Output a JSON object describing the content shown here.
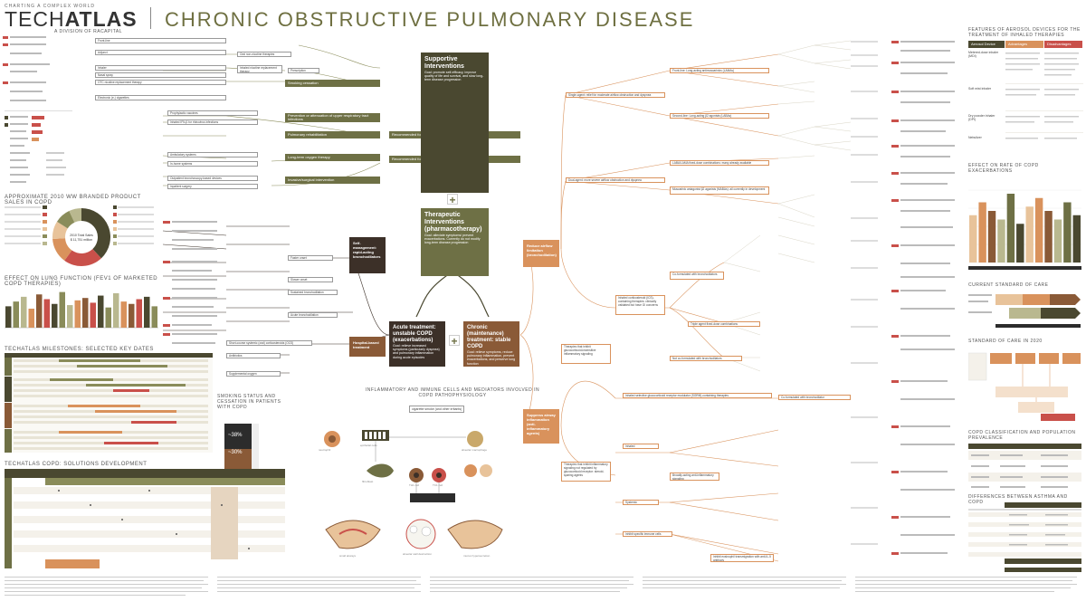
{
  "header": {
    "brand_top": "CHARTING A COMPLEX WORLD",
    "brand_name_a": "TECH",
    "brand_name_b": "ATLAS",
    "brand_sub": "A DIVISION OF RACAPITAL",
    "title": "CHRONIC OBSTRUCTIVE PULMONARY DISEASE"
  },
  "sections": {
    "sales": "APPROXIMATE 2010 WW BRANDED PRODUCT SALES IN COPD",
    "lung": "EFFECT ON LUNG FUNCTION (FEV1 OF MARKETED COPD THERAPIES)",
    "milestones": "TECHATLAS MILESTONES: SELECTED KEY DATES",
    "smoking": "SMOKING STATUS AND CESSATION IN PATIENTS WITH COPD",
    "solutions": "TECHATLAS COPD: SOLUTIONS DEVELOPMENT",
    "inflammatory": "INFLAMMATORY AND IMMUNE CELLS AND MEDIATORS INVOLVED IN COPD PATHOPHYSIOLOGY",
    "aerosol": "FEATURES OF AEROSOL DEVICES FOR THE TREATMENT OF INHALED THERAPIES",
    "exacerbations": "EFFECT ON RATE OF COPD EXACERBATIONS",
    "standard": "CURRENT STANDARD OF CARE",
    "standard2020": "STANDARD OF CARE IN 2020",
    "classification": "COPD CLASSIFICATION AND POPULATION PREVALENCE",
    "differences": "DIFFERENCES BETWEEN ASTHMA AND COPD"
  },
  "donut": {
    "center_label": "2010 Total Sales",
    "center_value": "$ 11,751 million",
    "slices": [
      {
        "value": 38,
        "color": "#4a4830"
      },
      {
        "value": 22,
        "color": "#c9504a"
      },
      {
        "value": 14,
        "color": "#d9925c"
      },
      {
        "value": 10,
        "color": "#e8c39a"
      },
      {
        "value": 9,
        "color": "#8a8c5a"
      },
      {
        "value": 7,
        "color": "#b9b88f"
      }
    ]
  },
  "smoking_pct": [
    "~38%",
    "~30%"
  ],
  "supportive": {
    "title": "Supportive Interventions",
    "desc": "Goal: promote self-efficacy, improve quality of life and survival, and slow long-term disease progression"
  },
  "therapeutic": {
    "title": "Therapeutic Interventions (pharmacotherapy)",
    "desc": "Goal: alleviate symptoms/ prevent exacerbations. Currently do not modify long-term disease progression"
  },
  "acute": {
    "title": "Acute treatment: unstable COPD (exacerbations)",
    "desc": "Goal: relieve increased symptoms (particularly dyspnea) and pulmonary inflammation during acute episodes"
  },
  "chronic": {
    "title": "Chronic (maintenance) treatment: stable COPD",
    "desc": "Goal: relieve symptoms, reduce pulmonary inflammation, prevent exacerbations, and preserve lung function"
  },
  "bars": {
    "all": "Recommended for all patients",
    "advanced": "Recommended for patients with advanced disease",
    "smoking": "Smoking cessation",
    "prevention": "Prevention or attenuation of upper respiratory tract infections",
    "rehab": "Pulmonary rehabilitation",
    "oxygen": "Long-term oxygen therapy",
    "invasive": "Invasive/surgical intervention"
  },
  "left_branches": [
    "Front-line",
    "Adjunct",
    "Inhaler",
    "Nasal spray",
    "OTC nicotine replacement therapy",
    "Electronic (e-) cigarettes",
    "Prophylactic vaccines",
    "Inhaled IFN-β for rhinovirus infections",
    "Ambulatory systems",
    "In-home systems",
    "Outpatient bronchoscopy-based devices",
    "Inpatient surgery"
  ],
  "mid_branches": [
    "Oral non-nicotine therapies",
    "Inhaled nicotine replacement therapy",
    "Prescription"
  ],
  "acute_branches": [
    "Self-management: rapid-acting bronchodilators",
    "Hospital-based treatment",
    "Faster onset",
    "Slower onset",
    "Sustained bronchodilation",
    "Acute bronchodilation",
    "Short-course systemic (oral) corticosteroids (OCS)",
    "Antibiotics",
    "Supplemental oxygen"
  ],
  "chronic_branches": {
    "reduce": "Reduce airflow limitation (bronchodilation)",
    "suppress": "Suppress airway inflammation (anti-inflammatory agents)",
    "items": [
      "Single-agent: relief for moderate airflow obstruction and dyspnea",
      "Front-line: Long-acting antimuscarinics (LAMAs)",
      "Second-line: Long-acting β2 agonists (LABAs)",
      "Dual-agent: more severe airflow obstruction and dyspnea",
      "LABA/LAMA fixed-dose combinations: many already available",
      "Muscarinic antagonist β2 agonists (MABAs): all currently in development",
      "Inhaled corticosteroid (ICS)-containing therapies: clinically validated but have GI concerns",
      "Co-formulated with bronchodilators",
      "Triple agent fixed-dose combinations",
      "Not co-formulated with bronchodilators",
      "Therapies that inhibit glucocorticoid-insensitive inflammatory signaling",
      "Inhaled selective glucocorticoid receptor modulator (SGRM)-containing therapies",
      "Co-formulated with bronchodilator",
      "Therapies that inhibit inflammatory signaling not regulated by glucocorticoid receptor: steroid-sparing agents",
      "Inhaled",
      "Broadly-acting anti-inflammatory signaling",
      "Systemic",
      "Inhibit specific immune cells",
      "Inhibit eosinophil transmigration with anti-IL-5 antibody"
    ]
  },
  "cells": {
    "stimulus": "cigarette smoke (and other irritants)",
    "labels": [
      "epithelial cells",
      "fibroblast",
      "TH1 cell",
      "TC1 cell",
      "neutrophil",
      "alveolar macrophage",
      "Proteases",
      "small airways",
      "alveolar wall destruction",
      "mucus hypersecretion"
    ]
  },
  "aerosol_table": {
    "header": [
      "Aerosol Device",
      "Advantages",
      "Disadvantages"
    ],
    "rows": [
      "Metered-dose inhaler (MDI)",
      "Soft mist inhaler",
      "Dry powder inhaler (DPI)",
      "Nebulizer"
    ]
  },
  "chart_data": [
    {
      "type": "pie",
      "title": "APPROXIMATE 2010 WW BRANDED PRODUCT SALES IN COPD",
      "values": [
        38,
        22,
        14,
        10,
        9,
        7
      ]
    },
    {
      "type": "bar",
      "title": "EFFECT ON LUNG FUNCTION (FEV1 OF MARKETED COPD THERAPIES)",
      "values": [
        90,
        110,
        130,
        80,
        140,
        120,
        100,
        150,
        95,
        115,
        125,
        105,
        135,
        85,
        145,
        110,
        100,
        120,
        130,
        90
      ]
    },
    {
      "type": "bar",
      "title": "EFFECT ON RATE OF COPD EXACERBATIONS",
      "values": [
        0.55,
        0.7,
        0.6,
        0.5,
        0.8,
        0.45,
        0.65,
        0.75,
        0.6,
        0.5,
        0.7,
        0.55
      ]
    }
  ]
}
